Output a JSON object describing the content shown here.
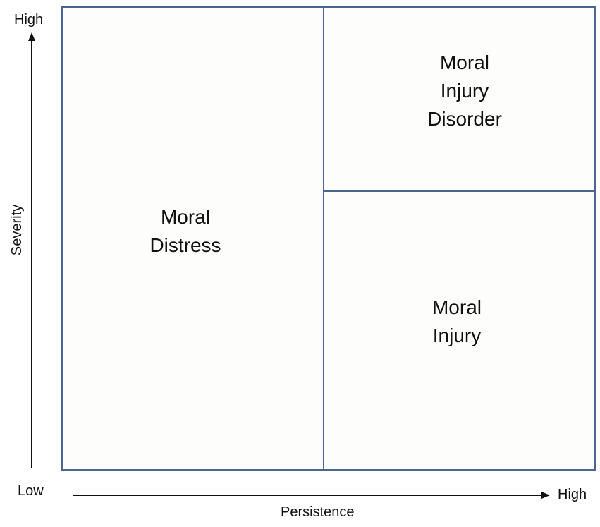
{
  "y_axis": {
    "title": "Severity",
    "high_label": "High",
    "low_label": "Low"
  },
  "x_axis": {
    "title": "Persistence",
    "high_label": "High"
  },
  "regions": {
    "moral_distress": [
      "Moral",
      "Distress"
    ],
    "moral_injury_disorder": [
      "Moral",
      "Injury",
      "Disorder"
    ],
    "moral_injury": [
      "Moral",
      "Injury"
    ]
  },
  "colors": {
    "grid_border": "#4a6691",
    "panel_fill": "#fdfdfb",
    "arrow": "#111111",
    "text": "#111111"
  }
}
